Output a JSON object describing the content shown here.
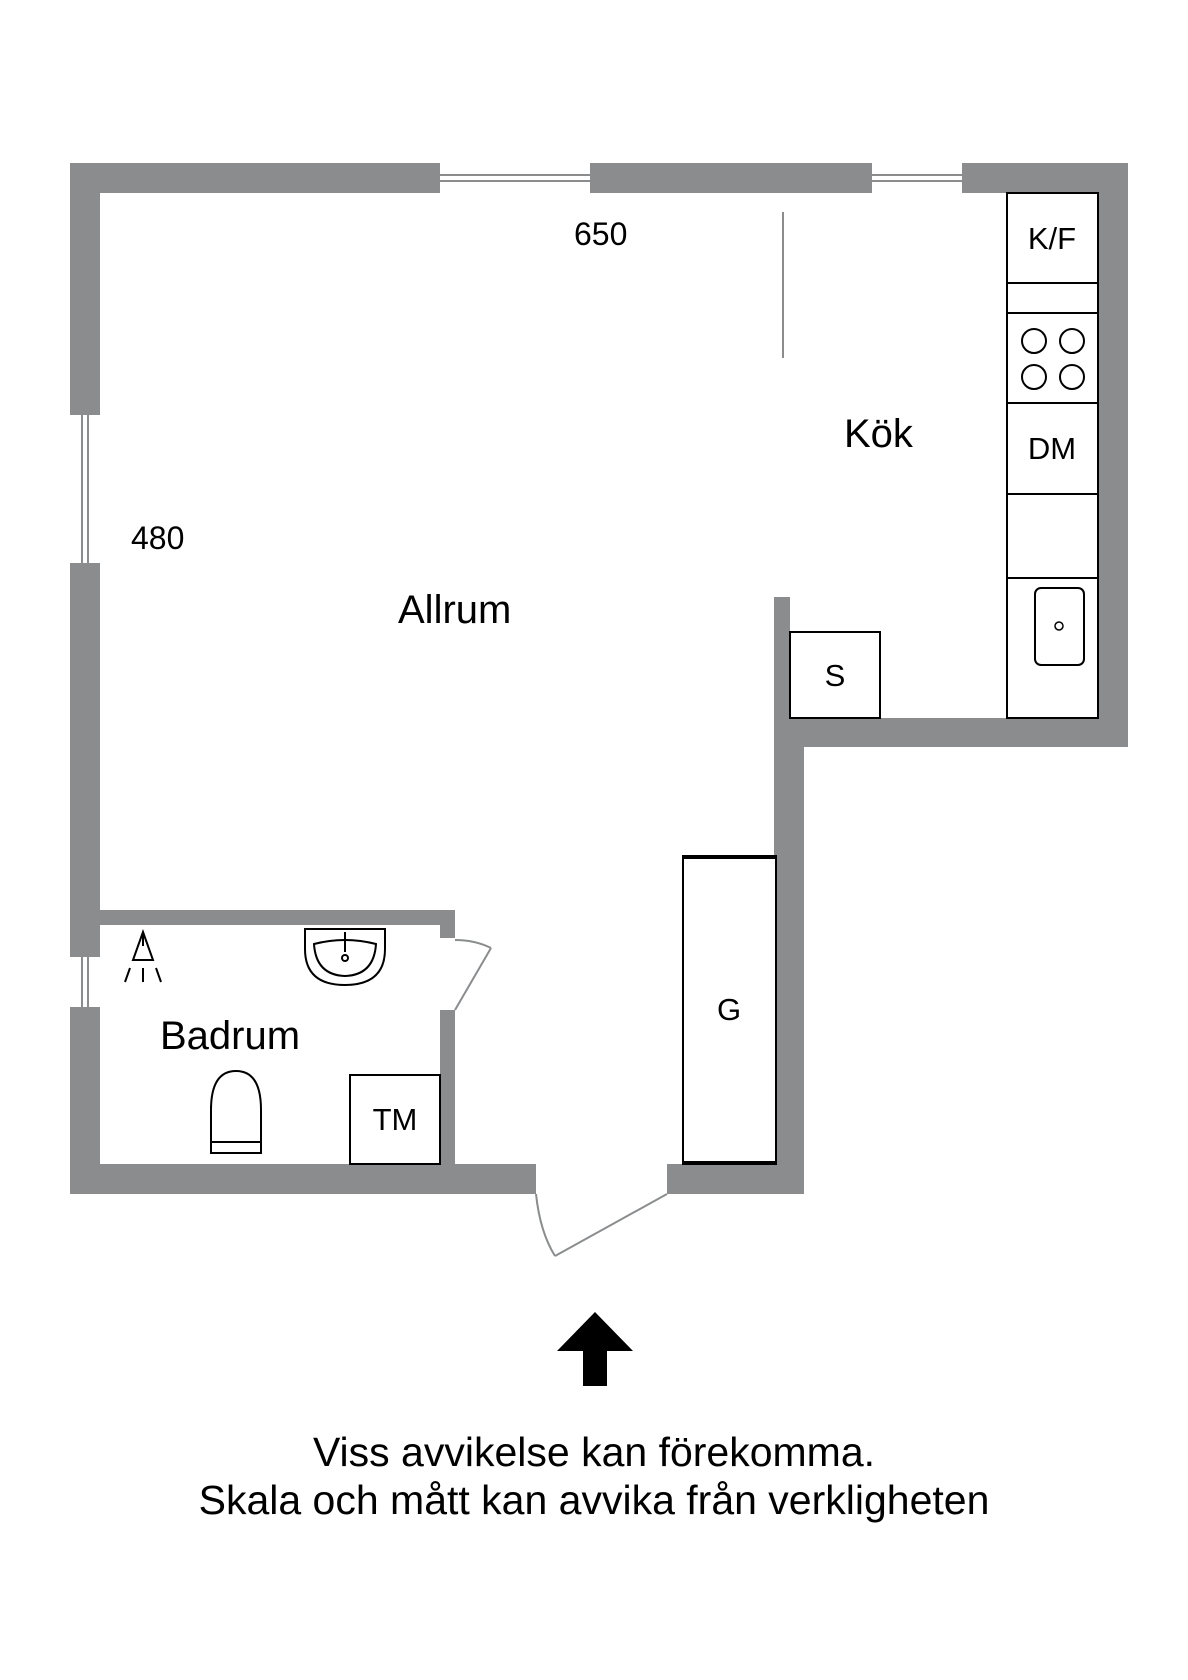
{
  "colors": {
    "wall": "#8a8c8e",
    "line": "#000000",
    "background": "#ffffff",
    "window": "#ffffff"
  },
  "rooms": {
    "allrum": "Allrum",
    "kok": "Kök",
    "badrum": "Badrum"
  },
  "dimensions": {
    "width": "650",
    "depth": "480"
  },
  "fixtures": {
    "fridge_freezer": "K/F",
    "dishwasher": "DM",
    "wardrobe_s": "S",
    "wardrobe_g": "G",
    "washing_machine": "TM"
  },
  "icons": {
    "entrance": "arrow-up-icon",
    "shower": "shower-icon",
    "sink": "sink-icon",
    "toilet": "toilet-icon",
    "stove": "stove-icon",
    "kitchen_sink": "kitchen-sink-icon"
  },
  "disclaimer": {
    "line1": "Viss avvikelse kan förekomma.",
    "line2": "Skala och mått kan avvika från verkligheten"
  }
}
